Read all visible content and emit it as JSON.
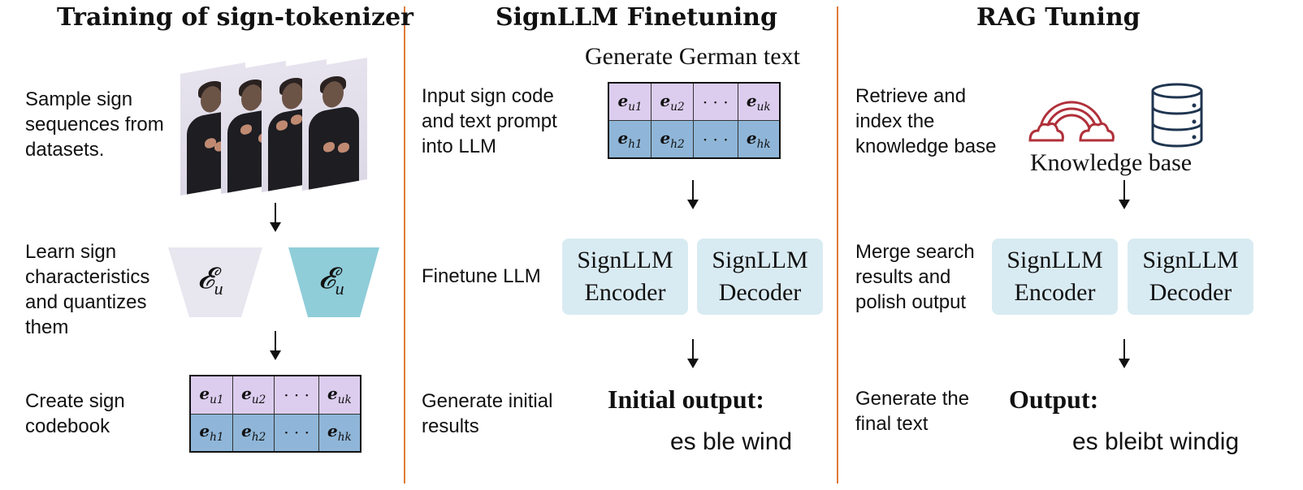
{
  "panels": {
    "tokenizer": {
      "title": "Training of sign-tokenizer",
      "step1": "Sample sign\nsequences from\ndatasets.",
      "step2": " Learn sign\ncharacteristics\nand quantizes\nthem",
      "step3": "Create sign\ncodebook",
      "encoder_symbol": "𝓔",
      "encoder_subscript": "u",
      "quantizer_symbol": "𝓔",
      "quantizer_subscript": "u"
    },
    "finetuning": {
      "title": "SignLLM Finetuning",
      "caption": "Generate German text",
      "step1": "Input sign code\nand text prompt\ninto LLM",
      "step2": "Finetune LLM",
      "step3": "Generate initial\nresults",
      "encoder": "SignLLM\nEncoder",
      "decoder": "SignLLM\nDecoder",
      "output_label": "Initial output:",
      "output_text": "es ble wind"
    },
    "rag": {
      "title": "RAG Tuning",
      "step1": "Retrieve and\nindex the\nknowledge base",
      "knowledge_label": "Knowledge base",
      "step2": "Merge search\nresults and\npolish output",
      "step3": "Generate the\nfinal text",
      "encoder": "SignLLM\nEncoder",
      "decoder": "SignLLM\nDecoder",
      "output_label": "Output:",
      "output_text": "es bleibt windig"
    }
  },
  "codebook": {
    "top_row": [
      {
        "base": "e",
        "sub": "u1"
      },
      {
        "base": "e",
        "sub": "u2"
      },
      {
        "base": "· · ·",
        "sub": ""
      },
      {
        "base": "e",
        "sub": "uk"
      }
    ],
    "bottom_row": [
      {
        "base": "e",
        "sub": "h1"
      },
      {
        "base": "e",
        "sub": "h2"
      },
      {
        "base": "· · ·",
        "sub": ""
      },
      {
        "base": "e",
        "sub": "hk"
      }
    ]
  },
  "colors": {
    "divider": "#e07b39",
    "codebook_top": "#dccdef",
    "codebook_bottom": "#8fb6d8",
    "module_bg": "#d9ebf2",
    "encoder_fill": "#e8e6ef",
    "quantizer_fill": "#8fcdd9",
    "icon_red": "#b0303a",
    "icon_navy": "#1f3550"
  },
  "icons": [
    "sign-video-frames",
    "rainbow-cloud-icon",
    "database-icon",
    "arrow-down-icon"
  ]
}
